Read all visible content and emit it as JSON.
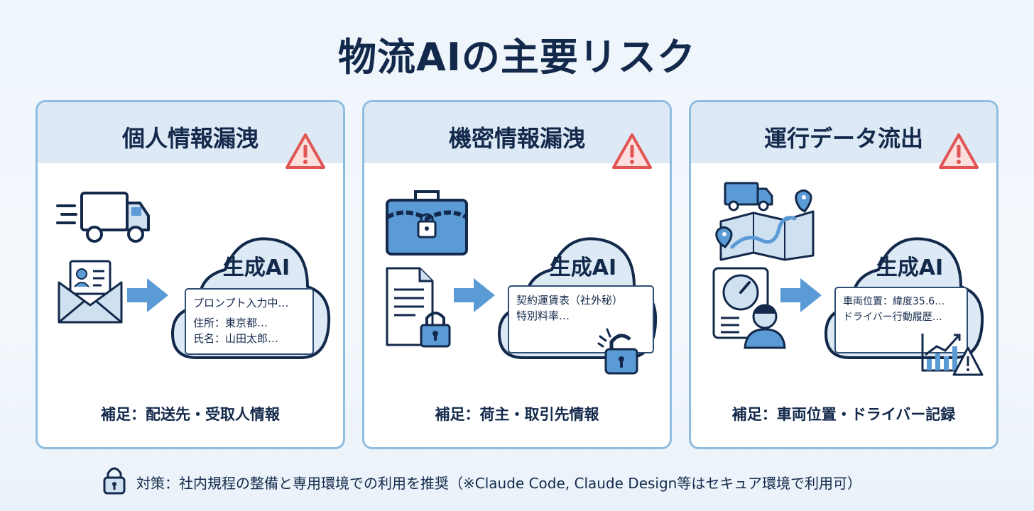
{
  "title": "物流AIの主要リスク",
  "cards": [
    {
      "title": "個人情報漏洩",
      "cloud_label": "生成AI",
      "prompt_lines": [
        "プロンプト入力中…",
        "住所：東京都…",
        "氏名：山田太郎…"
      ],
      "note": "補足：配送先・受取人情報"
    },
    {
      "title": "機密情報漏洩",
      "cloud_label": "生成AI",
      "prompt_lines": [
        "契約運賃表（社外秘）",
        "特別料率…"
      ],
      "note": "補足：荷主・取引先情報"
    },
    {
      "title": "運行データ流出",
      "cloud_label": "生成AI",
      "prompt_lines": [
        "車両位置：緯度35.6…",
        "ドライバー行動履歴…"
      ],
      "note": "補足：車両位置・ドライバー記録"
    }
  ],
  "footer": {
    "text": "対策：社内規程の整備と専用環境での利用を推奨（※Claude Code, Claude Design等はセキュア環境で利用可）"
  },
  "colors": {
    "navy": "#13294b",
    "accent_blue": "#5b9bd5",
    "header_bg": "#dde9f5",
    "warning_red": "#e05454",
    "icon_fill": "#cfe0f1"
  }
}
